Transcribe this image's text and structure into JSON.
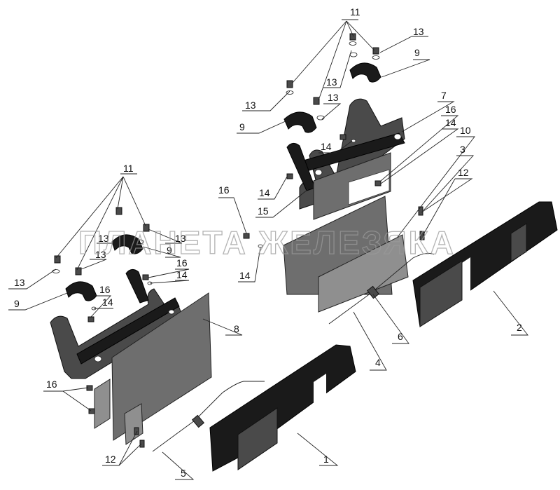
{
  "watermark": "ПЛАНЕТА ЖЕЛЕЗЯКА",
  "callouts": {
    "c1": "1",
    "c2": "2",
    "c3": "3",
    "c4": "4",
    "c5": "5",
    "c6": "6",
    "c7": "7",
    "c8": "8",
    "c9a": "9",
    "c9b": "9",
    "c9c": "9",
    "c9d": "9",
    "c10": "10",
    "c11a": "11",
    "c11b": "11",
    "c12a": "12",
    "c12b": "12",
    "c13a": "13",
    "c13b": "13",
    "c13c": "13",
    "c13d": "13",
    "c13e": "13",
    "c13f": "13",
    "c13g": "13",
    "c14a": "14",
    "c14b": "14",
    "c14c": "14",
    "c14d": "14",
    "c14e": "14",
    "c14f": "14",
    "c15": "15",
    "c16a": "16",
    "c16b": "16",
    "c16c": "16",
    "c16d": "16",
    "c16e": "16"
  }
}
